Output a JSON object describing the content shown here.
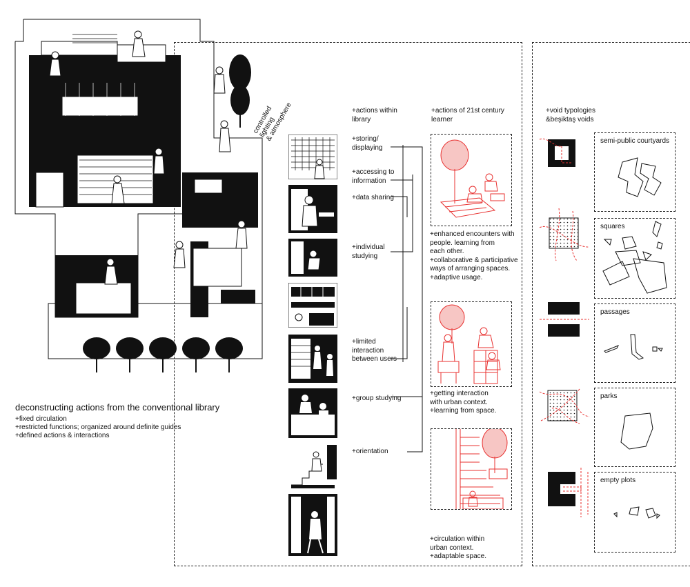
{
  "colors": {
    "ink": "#111111",
    "accent": "#e8302f",
    "paper": "#ffffff"
  },
  "plan": {
    "annotation": "controlled\nlighting\n& atmosphere",
    "caption_title": "deconstructing actions from the conventional library",
    "caption_items": [
      "+fixed circulation",
      "+restricted functions; organized around definite guides",
      "+defined actions & interactions"
    ]
  },
  "actions_within": {
    "heading": "+actions within\nlibrary",
    "items": [
      "+storing/\ndisplaying",
      "+accessing to\ninformation",
      "+data sharing",
      "+individual\nstudying",
      "+limited\ninteraction\nbetween users",
      "+group studying",
      "+orientation"
    ]
  },
  "learner": {
    "heading": "+actions of 21st century\nlearner",
    "notes": [
      "+enhanced encounters with\npeople. learning from\neach other.\n+collaborative & participative\nways of arranging spaces.\n+adaptive usage.",
      "+getting interaction\nwith urban context.\n+learning from space.",
      "+circulation within\nurban context.\n+adaptable space."
    ]
  },
  "voids": {
    "heading": "+void typologies\n&beşiktaş voids",
    "types": [
      "semi-public courtyards",
      "squares",
      "passages",
      "parks",
      "empty plots"
    ]
  }
}
